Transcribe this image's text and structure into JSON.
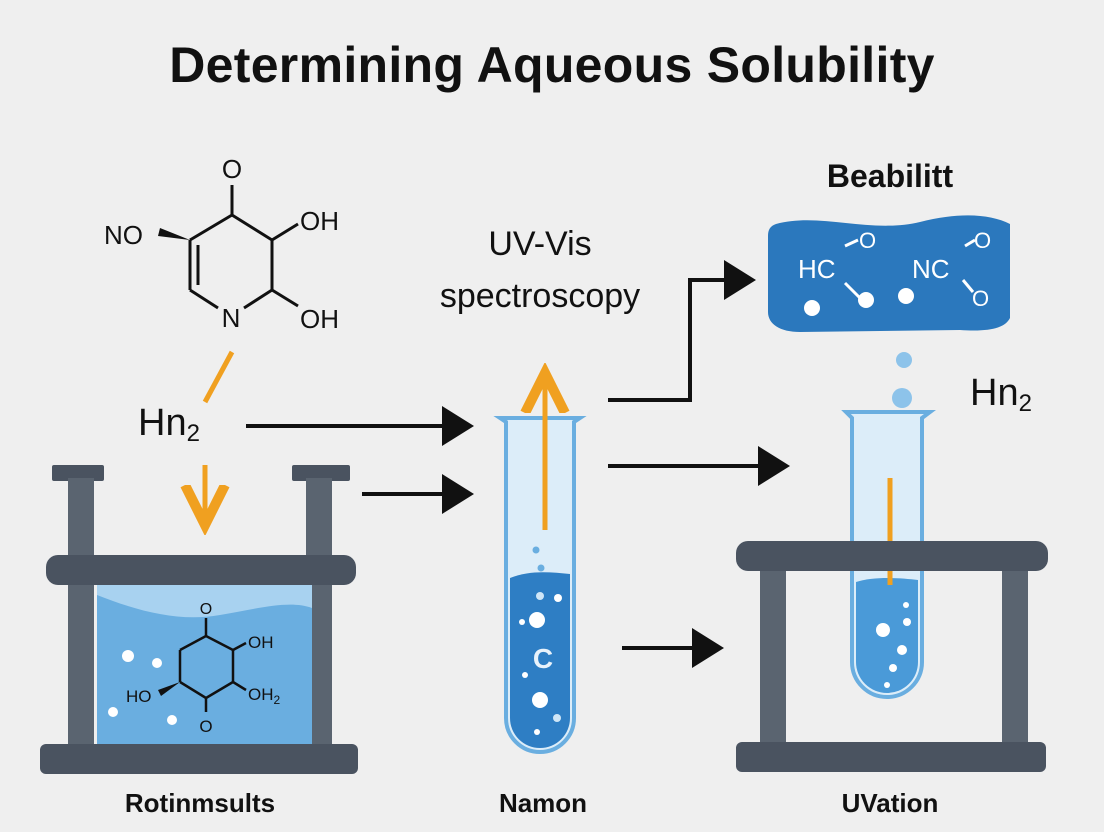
{
  "title": "Determining Aqueous Solubility",
  "top_molecule": {
    "ketone_o": "O",
    "no_group": "NO",
    "oh_top": "OH",
    "oh_bottom": "OH",
    "ring_n": "N"
  },
  "left_label": {
    "base": "Hn",
    "sub": "2"
  },
  "uv_label": {
    "line1": "UV-Vis",
    "line2": "spectroscopy"
  },
  "bath_molecule": {
    "o_top": "O",
    "oh_right": "OH",
    "ho_left": "HO",
    "oh2": "OH",
    "oh2_sub": "2",
    "o_bottom": "O"
  },
  "tube_letter": "C",
  "beab_label": "Beabilitt",
  "blob_groups": {
    "hc": "HC",
    "nc": "NC",
    "o1": "O",
    "o2": "O",
    "o3": "O"
  },
  "right_label": {
    "base": "Hn",
    "sub": "2"
  },
  "captions": {
    "left": "Rotinmsults",
    "middle": "Namon",
    "right": "UVation"
  },
  "colors": {
    "background": "#efefef",
    "frame": "#4a5360",
    "water": "#6aaee0",
    "water_light": "#a8d2f0",
    "tube_liquid": "#2e7ec4",
    "tube_glass": "#cfe6f7",
    "blob": "#2b78bd",
    "arrow_orange": "#f0a020",
    "ink": "#111111"
  }
}
